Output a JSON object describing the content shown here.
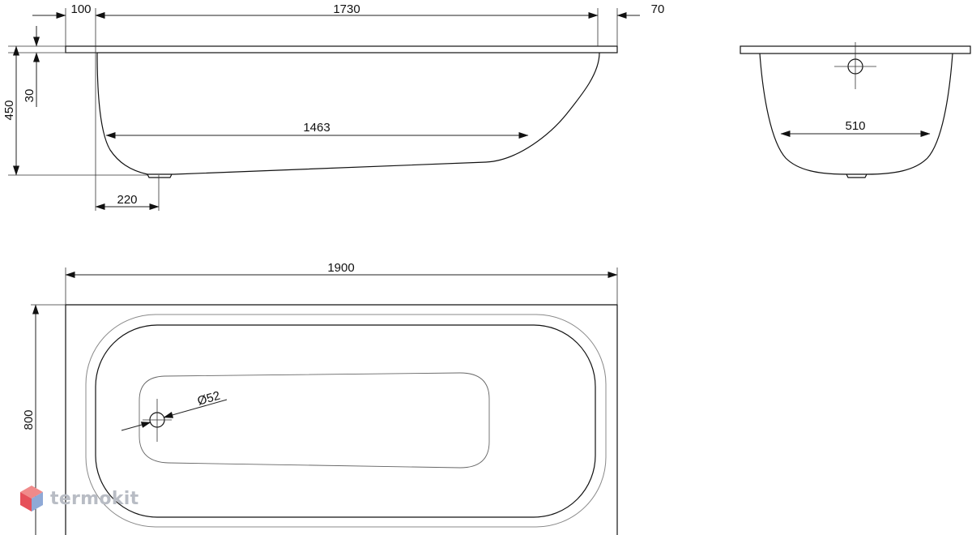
{
  "dimensions": {
    "rim_left": "100",
    "length_inner": "1730",
    "rim_right": "70",
    "height_total": "450",
    "rim_height": "30",
    "bottom_length": "1463",
    "drain_offset": "220",
    "bottom_width": "510",
    "length_total": "1900",
    "width_total": "800",
    "drain_diameter": "Ø52"
  },
  "watermark": {
    "text": "termokit",
    "icon": "hexagon-cube-logo-icon",
    "colors": {
      "top": "#f08a8a",
      "left": "#e6505a",
      "right": "#8fa9d6"
    }
  }
}
